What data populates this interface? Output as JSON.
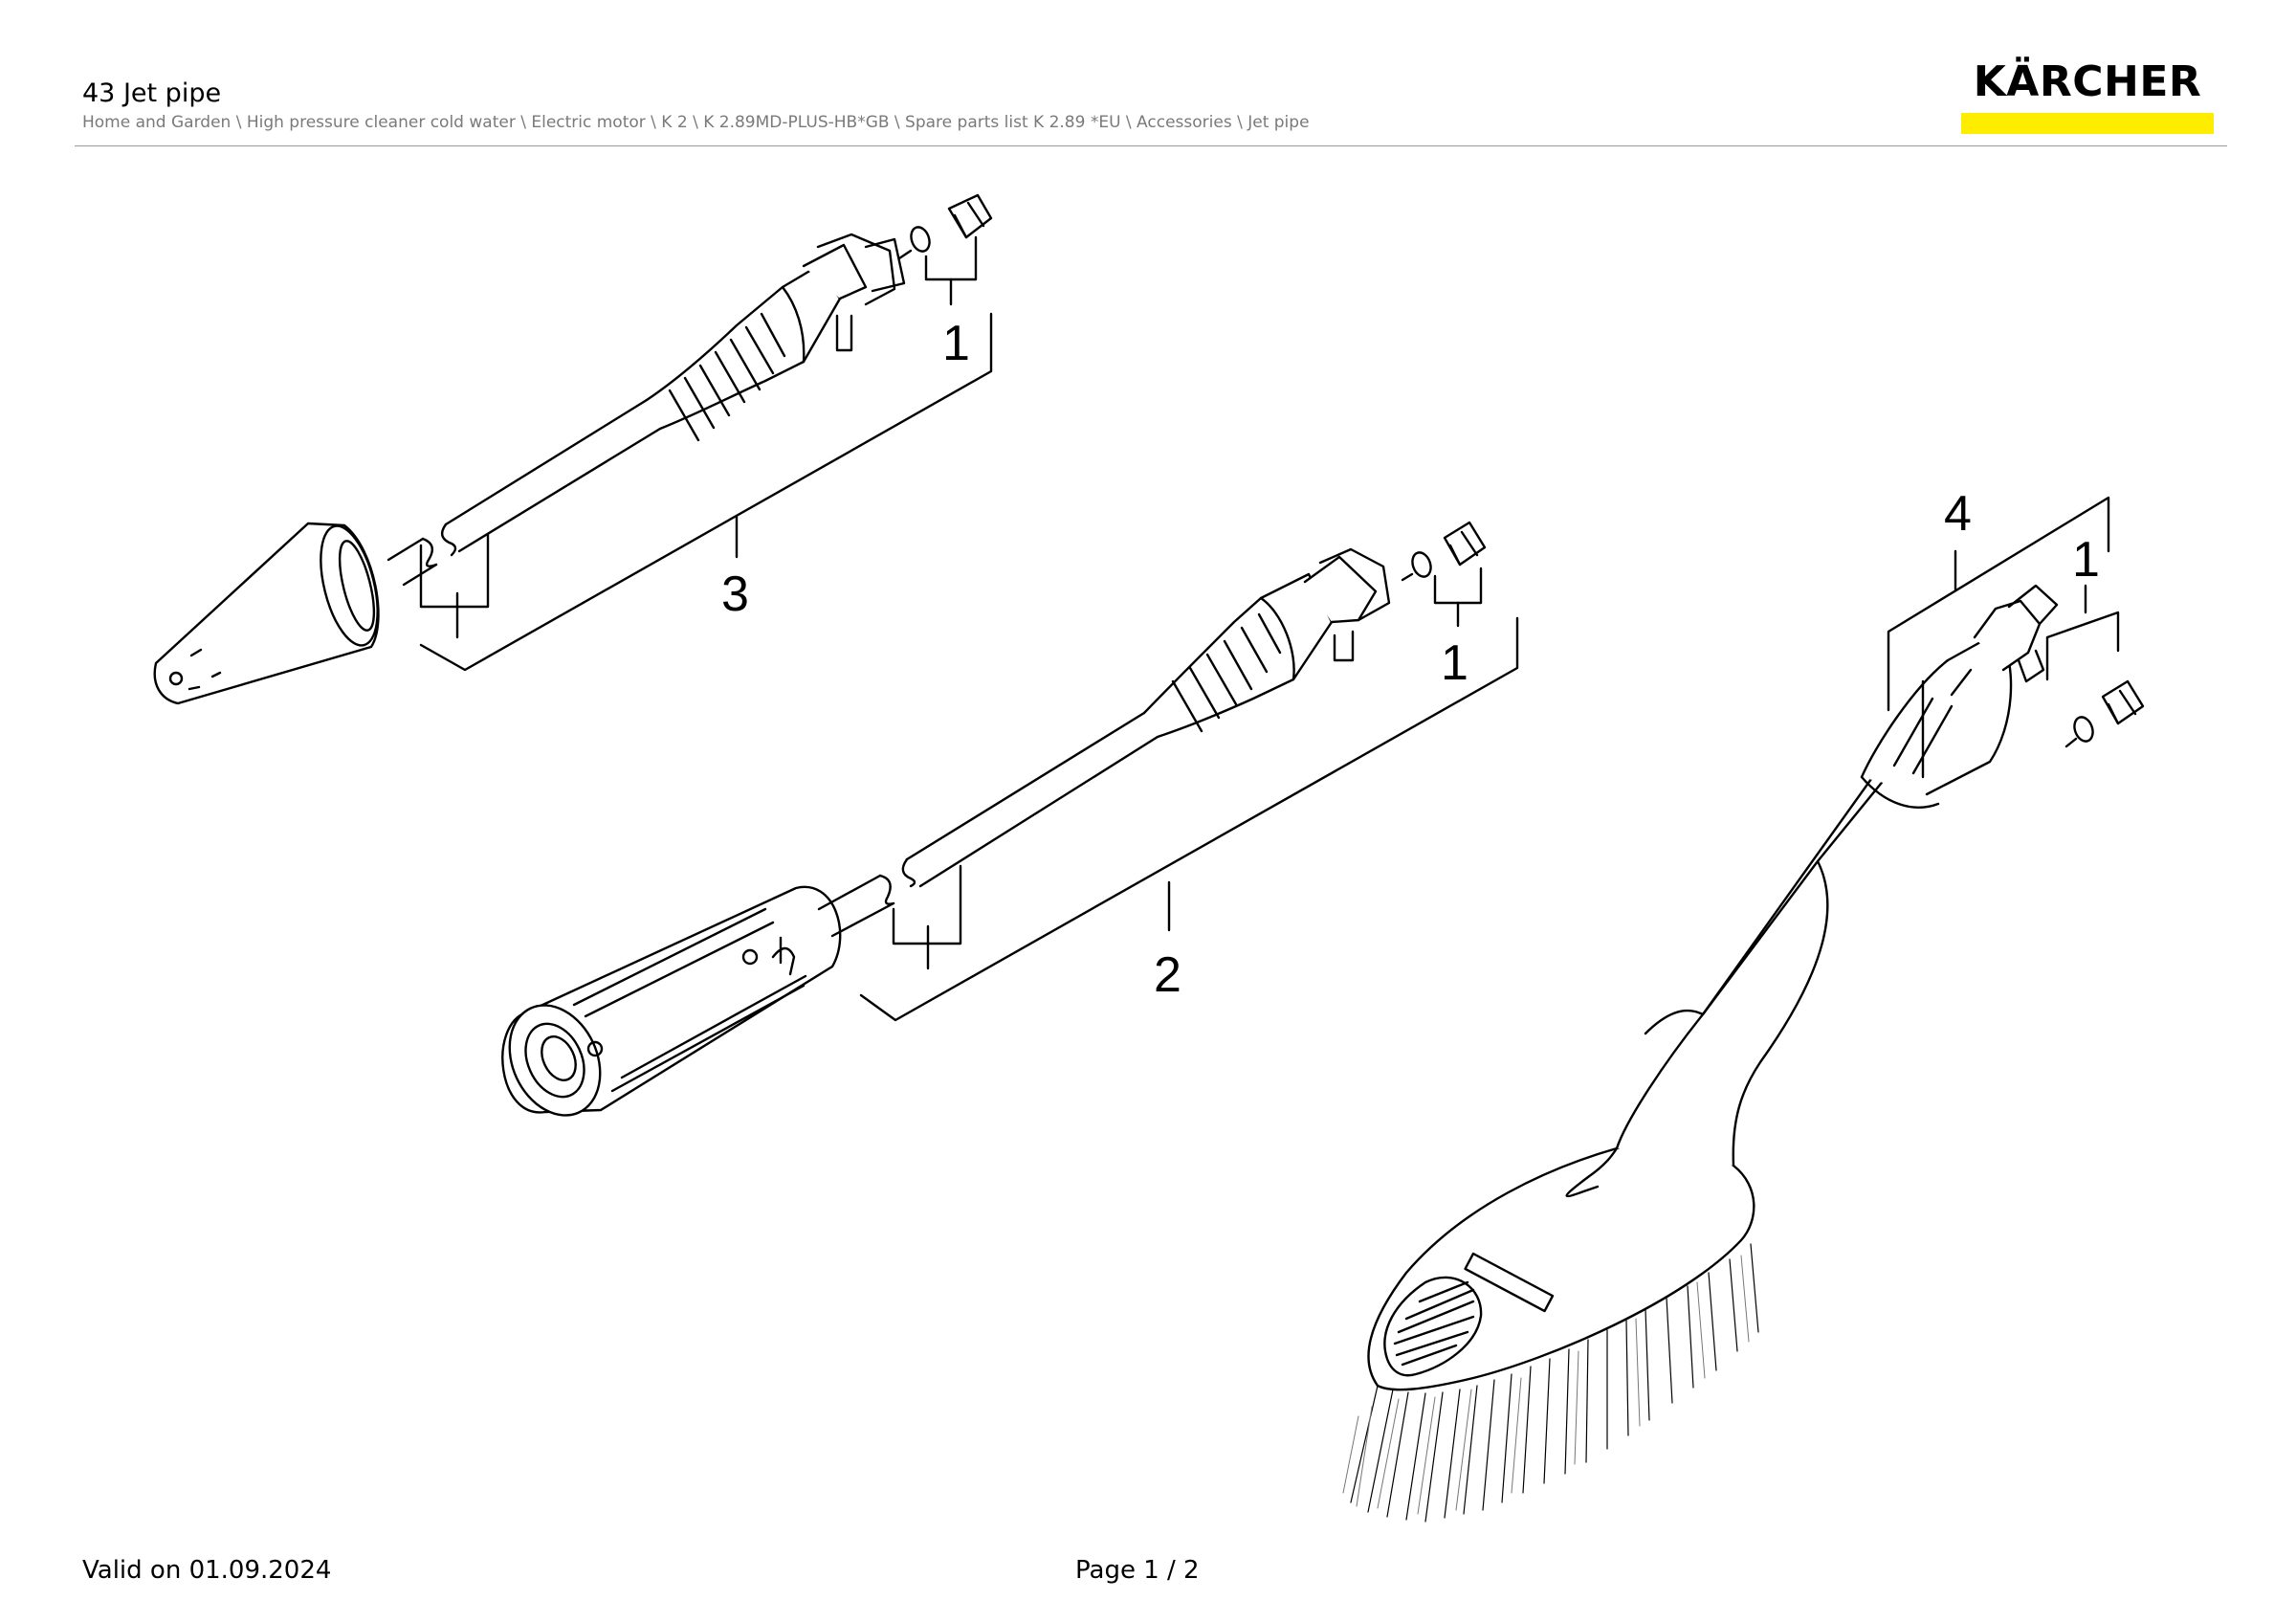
{
  "header": {
    "title": "43 Jet pipe",
    "breadcrumb": "Home and Garden \\ High pressure cleaner cold water \\ Electric motor \\ K 2 \\ K 2.89MD-PLUS-HB*GB \\ Spare parts list K 2.89 *EU \\ Accessories \\ Jet pipe"
  },
  "logo": {
    "text": "KÄRCHER",
    "accent_color": "#ffed00"
  },
  "drawing": {
    "callouts": [
      "1",
      "1",
      "1",
      "2",
      "3",
      "4"
    ],
    "parts": [
      "dirt-blaster-jet-pipe",
      "vario-power-jet-pipe",
      "wash-brush",
      "nozzle",
      "o-ring"
    ]
  },
  "footer": {
    "valid": "Valid on 01.09.2024",
    "page": "Page 1 / 2"
  }
}
